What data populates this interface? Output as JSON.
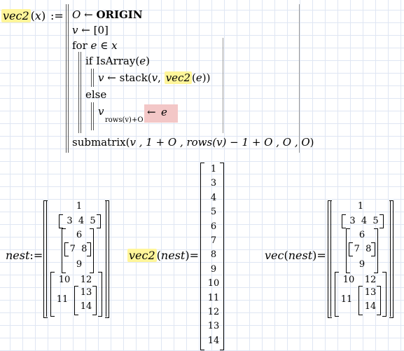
{
  "definition": {
    "fn_name": "vec2",
    "arg": "x",
    "assign": ":=",
    "lines": {
      "l1_var": "O",
      "l1_arrow": "←",
      "l1_value": "ORIGIN",
      "l2_var": "v",
      "l2_arrow": "←",
      "l2_value": "0",
      "l3_for": "for",
      "l3_e": "e",
      "l3_in": "∈",
      "l3_x": "x",
      "if_kw": "if",
      "if_fn": "IsArray",
      "if_arg": "e",
      "then_v": "v",
      "then_arrow": "←",
      "then_fn": "stack",
      "then_arg1": "v",
      "then_call": "vec2",
      "then_call_arg": "e",
      "else_kw": "else",
      "else_v": "v",
      "else_sub": "rows(v)+O",
      "else_arrow": "←",
      "else_e": "e",
      "last_fn": "submatrix",
      "last_args": "v , 1 + O , rows(v) − 1 + O , O , O"
    }
  },
  "nest": {
    "name": "nest",
    "assign": ":=",
    "outer": [
      "1",
      "",
      "",
      "",
      "",
      "",
      "",
      ""
    ],
    "row2": [
      "3",
      "4",
      "5"
    ],
    "six": "6",
    "row_78": [
      "7",
      "8"
    ],
    "nine": "9",
    "last_a": [
      "10",
      "12"
    ],
    "last_b_left": "11",
    "last_b_inner": [
      "13",
      "14"
    ]
  },
  "vec2_eval": {
    "fn": "vec2",
    "arg": "nest",
    "eq": "=",
    "values": [
      "1",
      "3",
      "4",
      "5",
      "6",
      "7",
      "8",
      "9",
      "10",
      "11",
      "12",
      "13",
      "14"
    ]
  },
  "vec_eval": {
    "fn": "vec",
    "arg": "nest",
    "eq": "="
  }
}
